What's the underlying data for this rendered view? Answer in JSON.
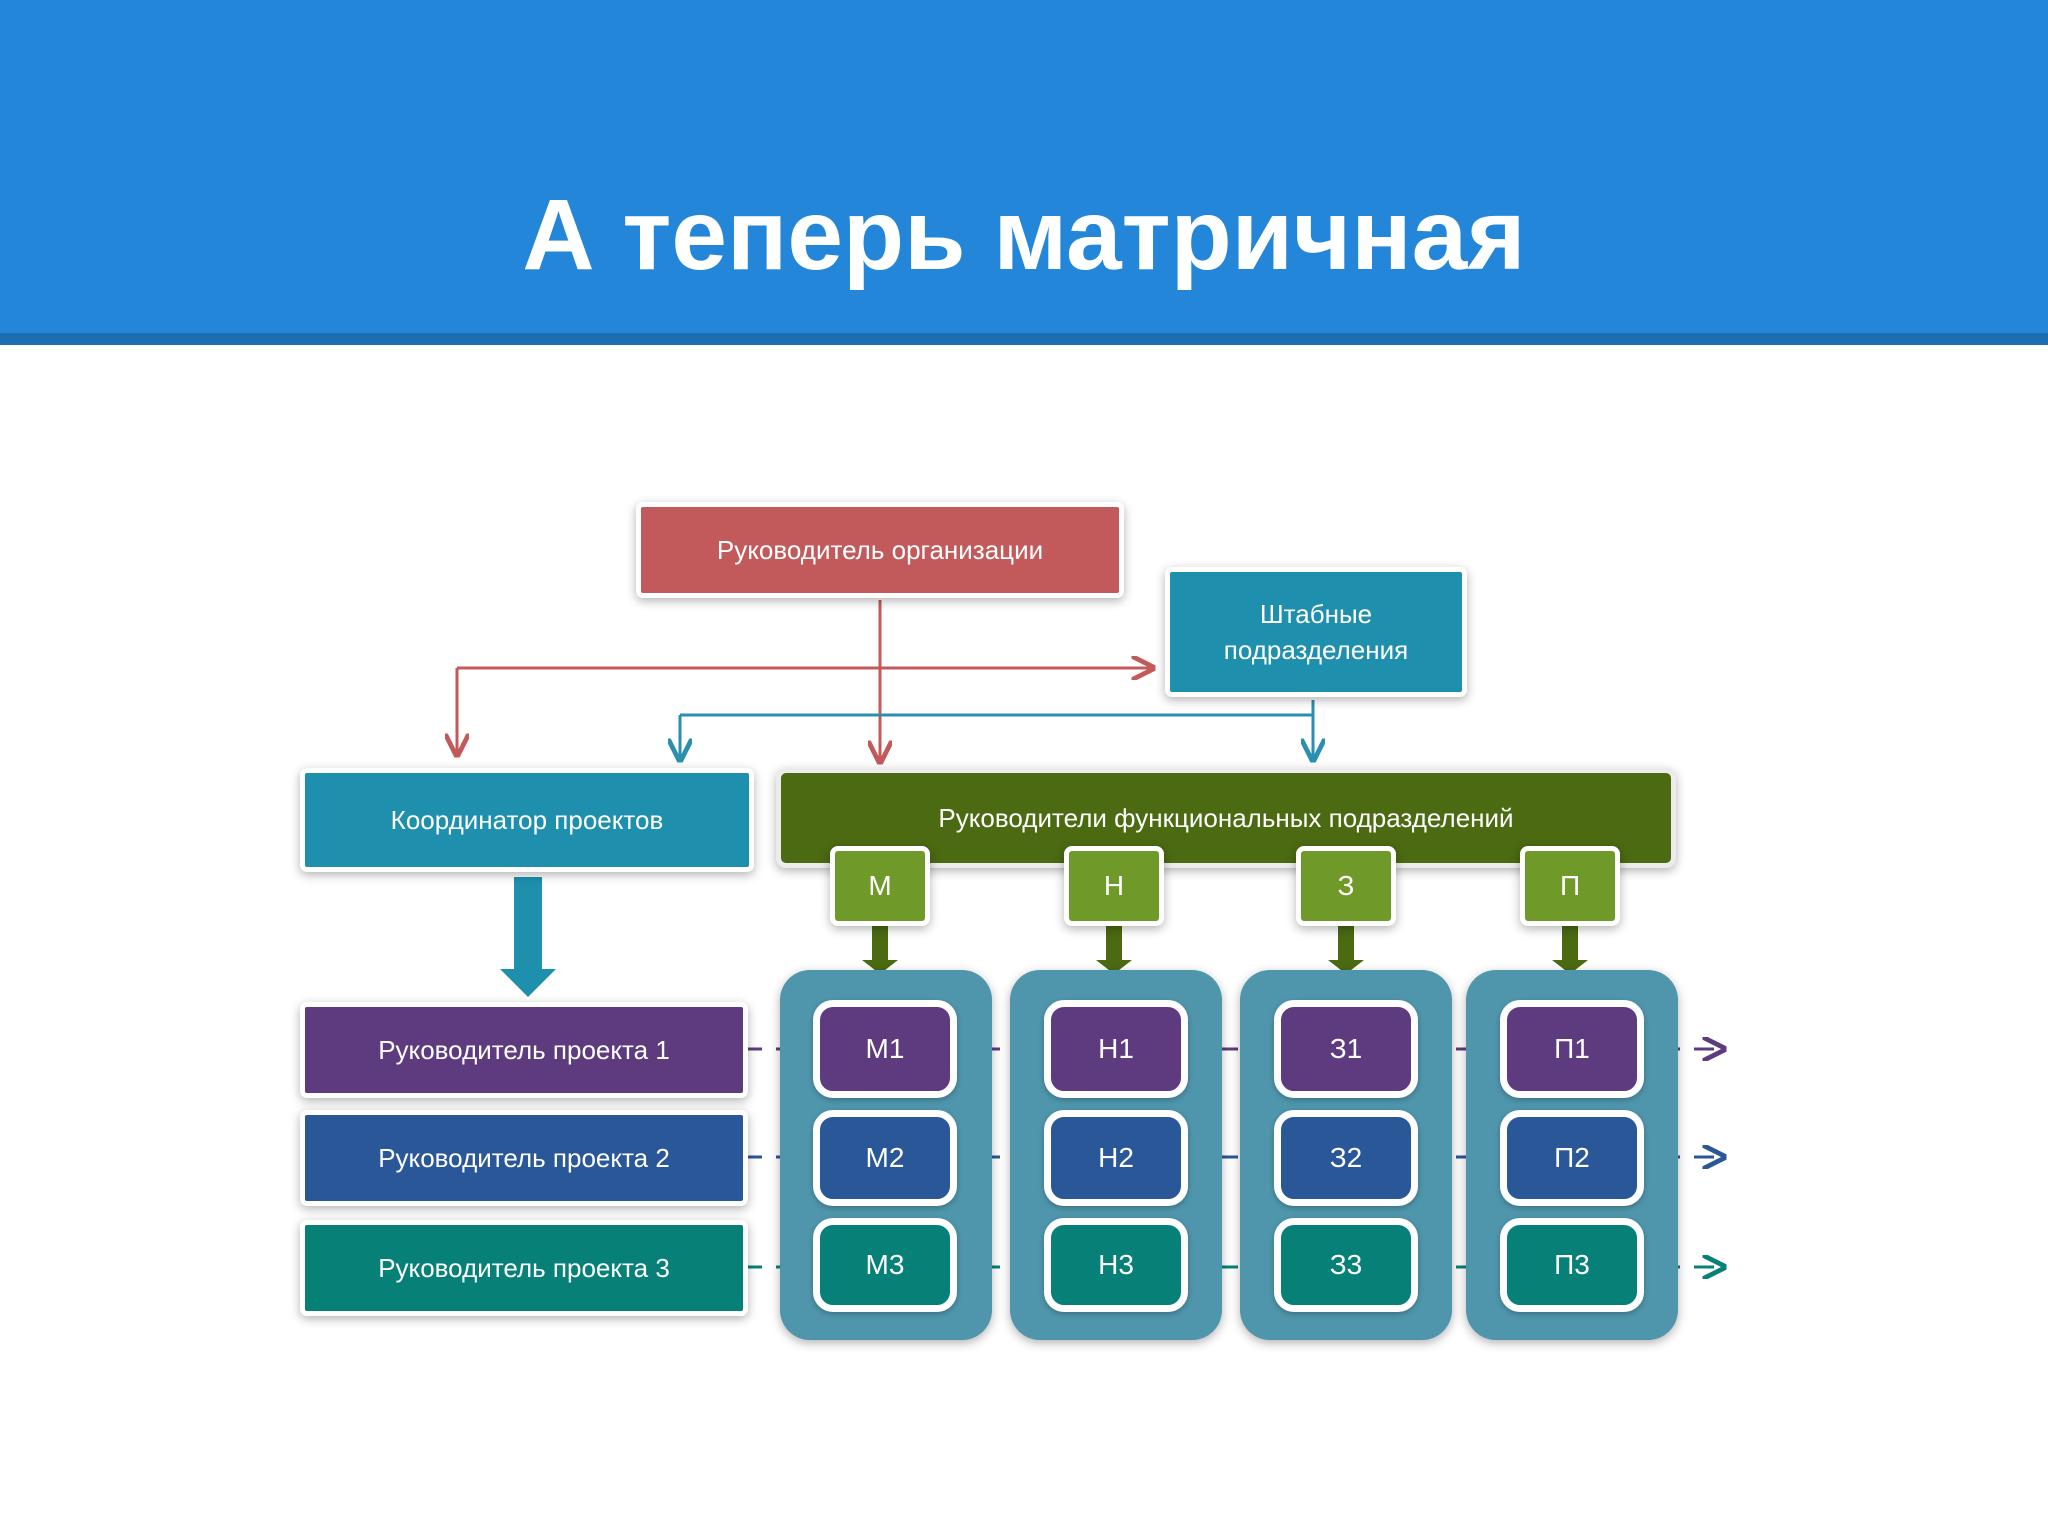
{
  "slide": {
    "title": "А теперь матричная"
  },
  "diagram": {
    "head": "Руководитель организации",
    "staff": "Штабные подразделения",
    "coordinator": "Координатор проектов",
    "functional_heads": "Руководители функциональных подразделений",
    "departments": [
      "М",
      "Н",
      "З",
      "П"
    ],
    "project_managers": [
      "Руководитель проекта 1",
      "Руководитель проекта 2",
      "Руководитель проекта 3"
    ],
    "cells": [
      [
        "М1",
        "М2",
        "М3"
      ],
      [
        "Н1",
        "Н2",
        "Н3"
      ],
      [
        "З1",
        "З2",
        "З3"
      ],
      [
        "П1",
        "П2",
        "П3"
      ]
    ],
    "colors": {
      "header": "#2486d9",
      "head": "#c25a5c",
      "staff": "#1e8fac",
      "functional": "#4b6a12",
      "department": "#6f9a2a",
      "project1": "#5e3b7e",
      "project2": "#2a5797",
      "project3": "#078177",
      "column": "#4f96ac"
    }
  }
}
